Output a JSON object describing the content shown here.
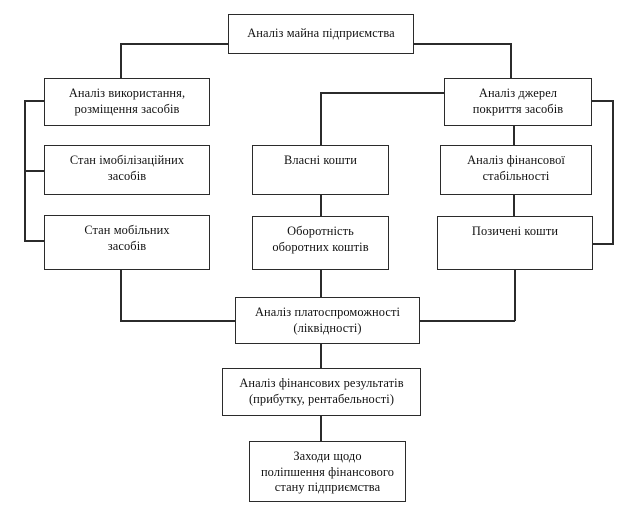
{
  "diagram": {
    "title_text": "Аналіз майна підприємства",
    "type": "hierarchical-flowchart",
    "language": "uk",
    "colors": {
      "background": "#ffffff",
      "stroke": "#2b2b2b",
      "text": "#111111"
    },
    "nodes": [
      {
        "id": "root",
        "label": "Аналіз майна підприємства",
        "level": 0
      },
      {
        "id": "use-placement",
        "label": "Аналіз використання,\nрозміщення засобів",
        "level": 1
      },
      {
        "id": "sources-coverage",
        "label": "Аналіз джерел\nпокриття засобів",
        "level": 1
      },
      {
        "id": "immobilized",
        "label": "Стан імобілізаційних\nзасобів",
        "level": 2
      },
      {
        "id": "own-funds",
        "label": "Власні кошти",
        "level": 2
      },
      {
        "id": "financial-stability",
        "label": "Аналіз фінансової\nстабільності",
        "level": 2
      },
      {
        "id": "mobile-funds",
        "label": "Стан мобільних\nзасобів",
        "level": 3
      },
      {
        "id": "turnover",
        "label": "Оборотність\nоборотних коштів",
        "level": 3
      },
      {
        "id": "borrowed-funds",
        "label": "Позичені кошти",
        "level": 3
      },
      {
        "id": "solvency",
        "label": "Аналіз платоспроможності\n(ліквідності)",
        "level": 4
      },
      {
        "id": "financial-results",
        "label": "Аналіз фінансових результатів\n(прибутку, рентабельності)",
        "level": 5
      },
      {
        "id": "measures",
        "label": "Заходи щодо\nполіпшення фінансового\nстану підприємства",
        "level": 6
      }
    ],
    "edges": [
      {
        "from": "root",
        "to": "use-placement"
      },
      {
        "from": "root",
        "to": "sources-coverage"
      },
      {
        "from": "use-placement",
        "to": "immobilized"
      },
      {
        "from": "use-placement",
        "to": "mobile-funds"
      },
      {
        "from": "sources-coverage",
        "to": "own-funds"
      },
      {
        "from": "sources-coverage",
        "to": "financial-stability"
      },
      {
        "from": "sources-coverage",
        "to": "borrowed-funds"
      },
      {
        "from": "own-funds",
        "to": "turnover"
      },
      {
        "from": "financial-stability",
        "to": "borrowed-funds"
      },
      {
        "from": "mobile-funds",
        "to": "solvency"
      },
      {
        "from": "turnover",
        "to": "solvency"
      },
      {
        "from": "borrowed-funds",
        "to": "solvency"
      },
      {
        "from": "solvency",
        "to": "financial-results"
      },
      {
        "from": "financial-results",
        "to": "measures"
      }
    ]
  }
}
